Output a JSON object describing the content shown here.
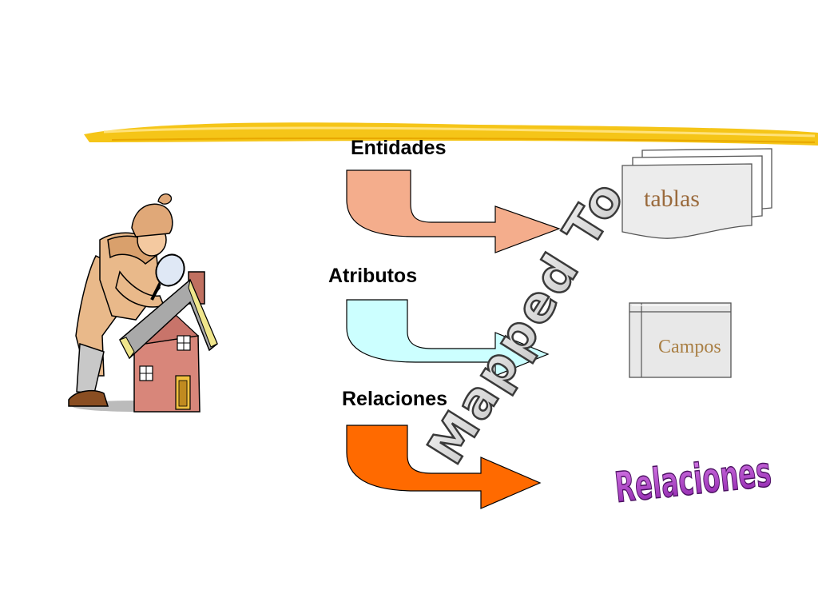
{
  "diagram": {
    "sources": [
      {
        "label": "Entidades",
        "color": "#f4ad8c"
      },
      {
        "label": "Atributos",
        "color": "#ccffff"
      },
      {
        "label": "Relaciones",
        "color": "#ff6a00"
      }
    ],
    "connector_label": "Mapped To",
    "targets": {
      "tables": "tablas",
      "fields": "Campos",
      "relations": "Relaciones"
    },
    "colors": {
      "highlight_stroke": "#f5c518",
      "mapped_to_text": "#d9d9d9",
      "relations_wordart": "#b040c8"
    },
    "icons": [
      "detective-clipart-icon",
      "house-clipart-icon",
      "magnifying-glass-icon"
    ]
  }
}
